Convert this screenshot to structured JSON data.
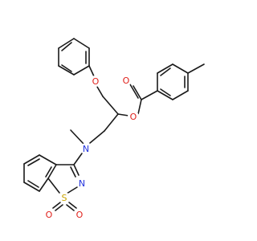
{
  "molecule": {
    "atoms": {
      "ether_oxygen": {
        "symbol": "O",
        "color": "#e0201b"
      },
      "ester_oxygen": {
        "symbol": "O",
        "color": "#e0201b"
      },
      "carbonyl_oxygen": {
        "symbol": "O",
        "color": "#e0201b"
      },
      "amine_nitrogen": {
        "symbol": "N",
        "color": "#2233dd"
      },
      "ring_nitrogen": {
        "symbol": "N",
        "color": "#2233dd"
      },
      "sulfur": {
        "symbol": "S",
        "color": "#c9a400"
      },
      "sulfonyl_oxygen_left": {
        "symbol": "O",
        "color": "#e0201b"
      },
      "sulfonyl_oxygen_right": {
        "symbol": "O",
        "color": "#e0201b"
      }
    },
    "bond_color": "#1a1a1a"
  }
}
